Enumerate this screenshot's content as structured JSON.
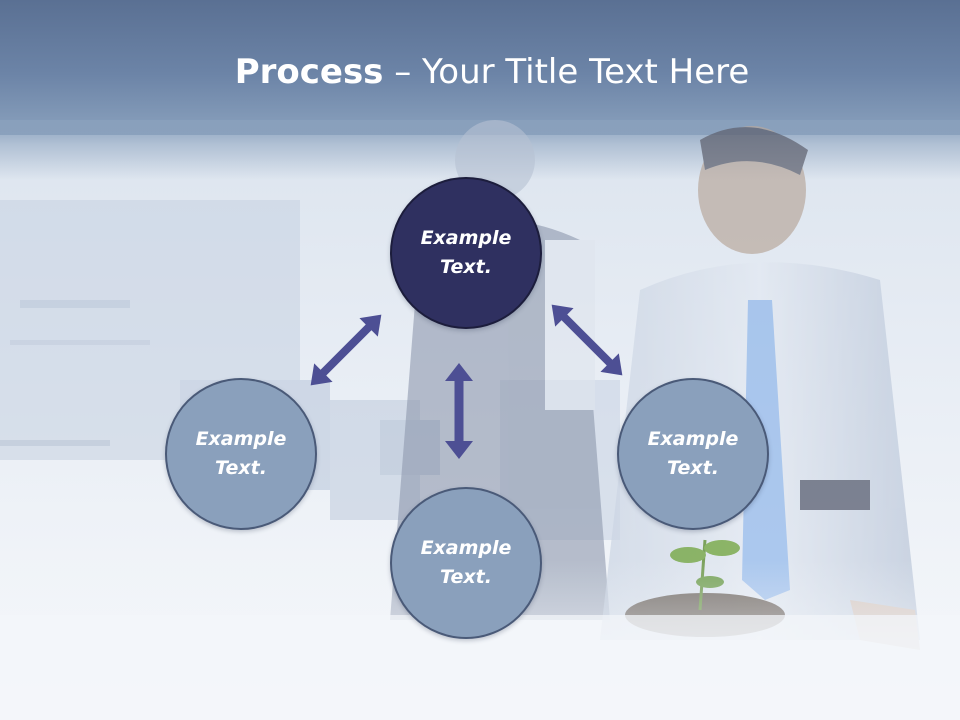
{
  "title": {
    "bold": "Process",
    "rest": " – Your Title Text Here"
  },
  "nodes": [
    {
      "line1": "Example",
      "line2": "Text."
    },
    {
      "line1": "Example",
      "line2": "Text."
    },
    {
      "line1": "Example",
      "line2": "Text."
    },
    {
      "line1": "Example",
      "line2": "Text."
    }
  ],
  "colors": {
    "primary": "#2f3060",
    "secondary": "#8aa0bc",
    "arrow": "#4d4f94",
    "banner": "#6a82a5"
  }
}
